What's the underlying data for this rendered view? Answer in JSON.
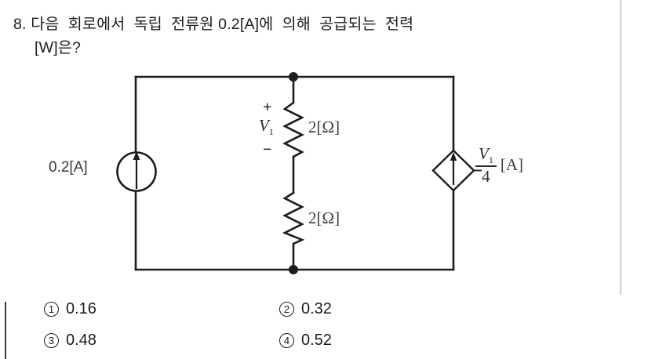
{
  "question": {
    "number": "8.",
    "line1": "8. 다음  회로에서  독립  전류원 0.2[A]에  의해  공급되는  전력",
    "line2": "[W]은?"
  },
  "circuit": {
    "independent_source": {
      "label": "0.2[A]",
      "symbol": "circle-arrow-up",
      "type": "independent-current-source"
    },
    "resistor_top": {
      "label": "2[Ω]",
      "voltage_label": "V",
      "voltage_sub": "1",
      "polarity_plus": "+",
      "polarity_minus": "−"
    },
    "resistor_bottom": {
      "label": "2[Ω]"
    },
    "dependent_source": {
      "symbol": "diamond-arrow-up",
      "type": "voltage-controlled-current-source",
      "numerator": "V",
      "numerator_sub": "1",
      "denominator": "4",
      "unit": "[A]"
    },
    "wire_color": "#1c1c1c"
  },
  "options": [
    {
      "marker": "1",
      "value": "0.16"
    },
    {
      "marker": "2",
      "value": "0.32"
    },
    {
      "marker": "3",
      "value": "0.48"
    },
    {
      "marker": "4",
      "value": "0.52"
    }
  ]
}
